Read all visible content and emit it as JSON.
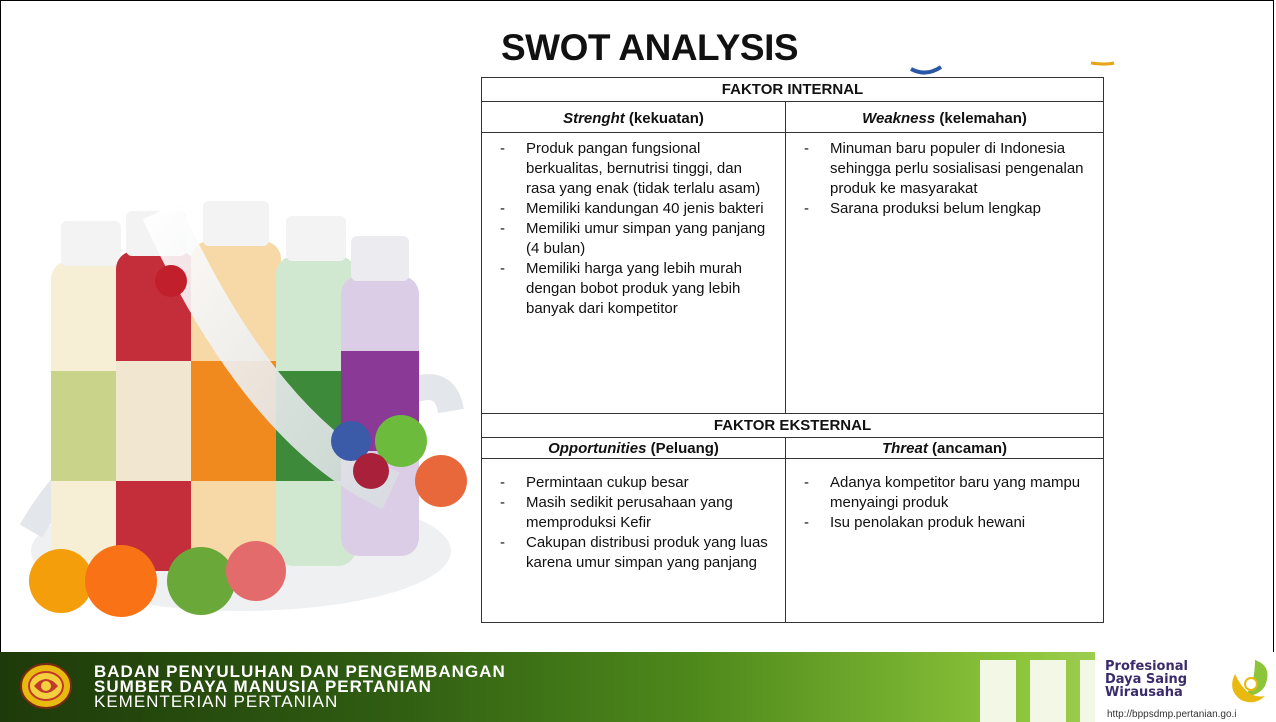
{
  "title": "SWOT ANALYSIS",
  "internal": {
    "header": "FAKTOR INTERNAL",
    "strength": {
      "label_italic": "Strenght",
      "label_rest": " (kekuatan)",
      "items": [
        "Produk pangan fungsional berkualitas, bernutrisi tinggi, dan rasa yang enak (tidak terlalu asam)",
        "Memiliki kandungan 40 jenis bakteri",
        "Memiliki umur simpan yang panjang (4 bulan)",
        "Memiliki harga yang lebih murah dengan bobot produk yang lebih banyak dari kompetitor"
      ]
    },
    "weakness": {
      "label_italic": "Weakness",
      "label_rest": " (kelemahan)",
      "items": [
        "Minuman baru populer di Indonesia sehingga perlu sosialisasi  pengenalan produk ke  masyarakat",
        "Sarana produksi belum lengkap"
      ]
    }
  },
  "external": {
    "header": "FAKTOR EKSTERNAL",
    "opportunities": {
      "label_italic": "Opportunities",
      "label_rest": " (Peluang)",
      "items": [
        "Permintaan cukup besar",
        "Masih sedikit perusahaan yang memproduksi Kefir",
        "Cakupan distribusi produk yang luas karena umur simpan yang panjang"
      ]
    },
    "threat": {
      "label_italic": "Threat",
      "label_rest": " (ancaman)",
      "items": [
        "Adanya kompetitor baru yang mampu menyaingi produk",
        "Isu penolakan produk hewani"
      ]
    }
  },
  "footer": {
    "line1": "BADAN PENYULUHAN DAN PENGEMBANGAN",
    "line2": "SUMBER DAYA MANUSIA PERTANIAN",
    "line3": "KEMENTERIAN PERTANIAN",
    "badge_line1": "Profesional",
    "badge_line2": "Daya Saing",
    "badge_line3": "Wirausaha",
    "url": "http://bppsdmp.pertanian.go.i"
  },
  "colors": {
    "footer_dark": "#1e3a0a",
    "footer_light": "#8cc53a",
    "badge_text": "#3b2b6b"
  }
}
